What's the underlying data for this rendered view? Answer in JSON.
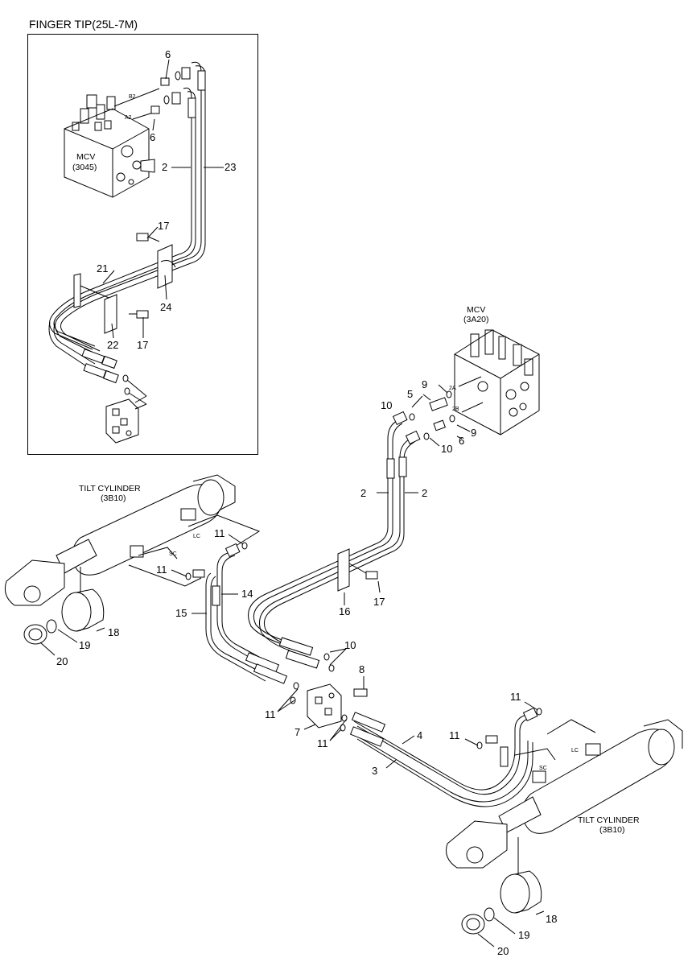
{
  "header": {
    "title": "FINGER TIP(25L-7M)"
  },
  "labels": {
    "mcv_inset": "MCV",
    "mcv_inset_code": "(3045)",
    "mcv_main": "MCV",
    "mcv_main_code": "(3A20)",
    "tilt_left": "TILT CYLINDER",
    "tilt_left_code": "(3B10)",
    "tilt_right": "TILT CYLINDER",
    "tilt_right_code": "(3B10)",
    "port_b2": "B2",
    "port_a2": "A2",
    "port_2a": "2A",
    "port_2b": "2B",
    "port_lc_left": "LC",
    "port_sc_left": "SC",
    "port_lc_right": "LC",
    "port_sc_right": "SC"
  },
  "parts": {
    "p6a": "6",
    "p6b": "6",
    "p2_inset": "2",
    "p23": "23",
    "p17_inset_a": "17",
    "p21": "21",
    "p24": "24",
    "p22": "22",
    "p17_inset_b": "17",
    "p9a": "9",
    "p5": "5",
    "p10a": "10",
    "p9b": "9",
    "p6c": "6",
    "p10b": "10",
    "p2a": "2",
    "p2b": "2",
    "p11a": "11",
    "p11b": "11",
    "p14": "14",
    "p15": "15",
    "p16": "16",
    "p17": "17",
    "p18a": "18",
    "p19a": "19",
    "p20a": "20",
    "p10c": "10",
    "p8": "8",
    "p11c": "11",
    "p7": "7",
    "p11d": "11",
    "p11e": "11",
    "p4": "4",
    "p11f": "11",
    "p3": "3",
    "p18b": "18",
    "p19b": "19",
    "p20b": "20"
  }
}
